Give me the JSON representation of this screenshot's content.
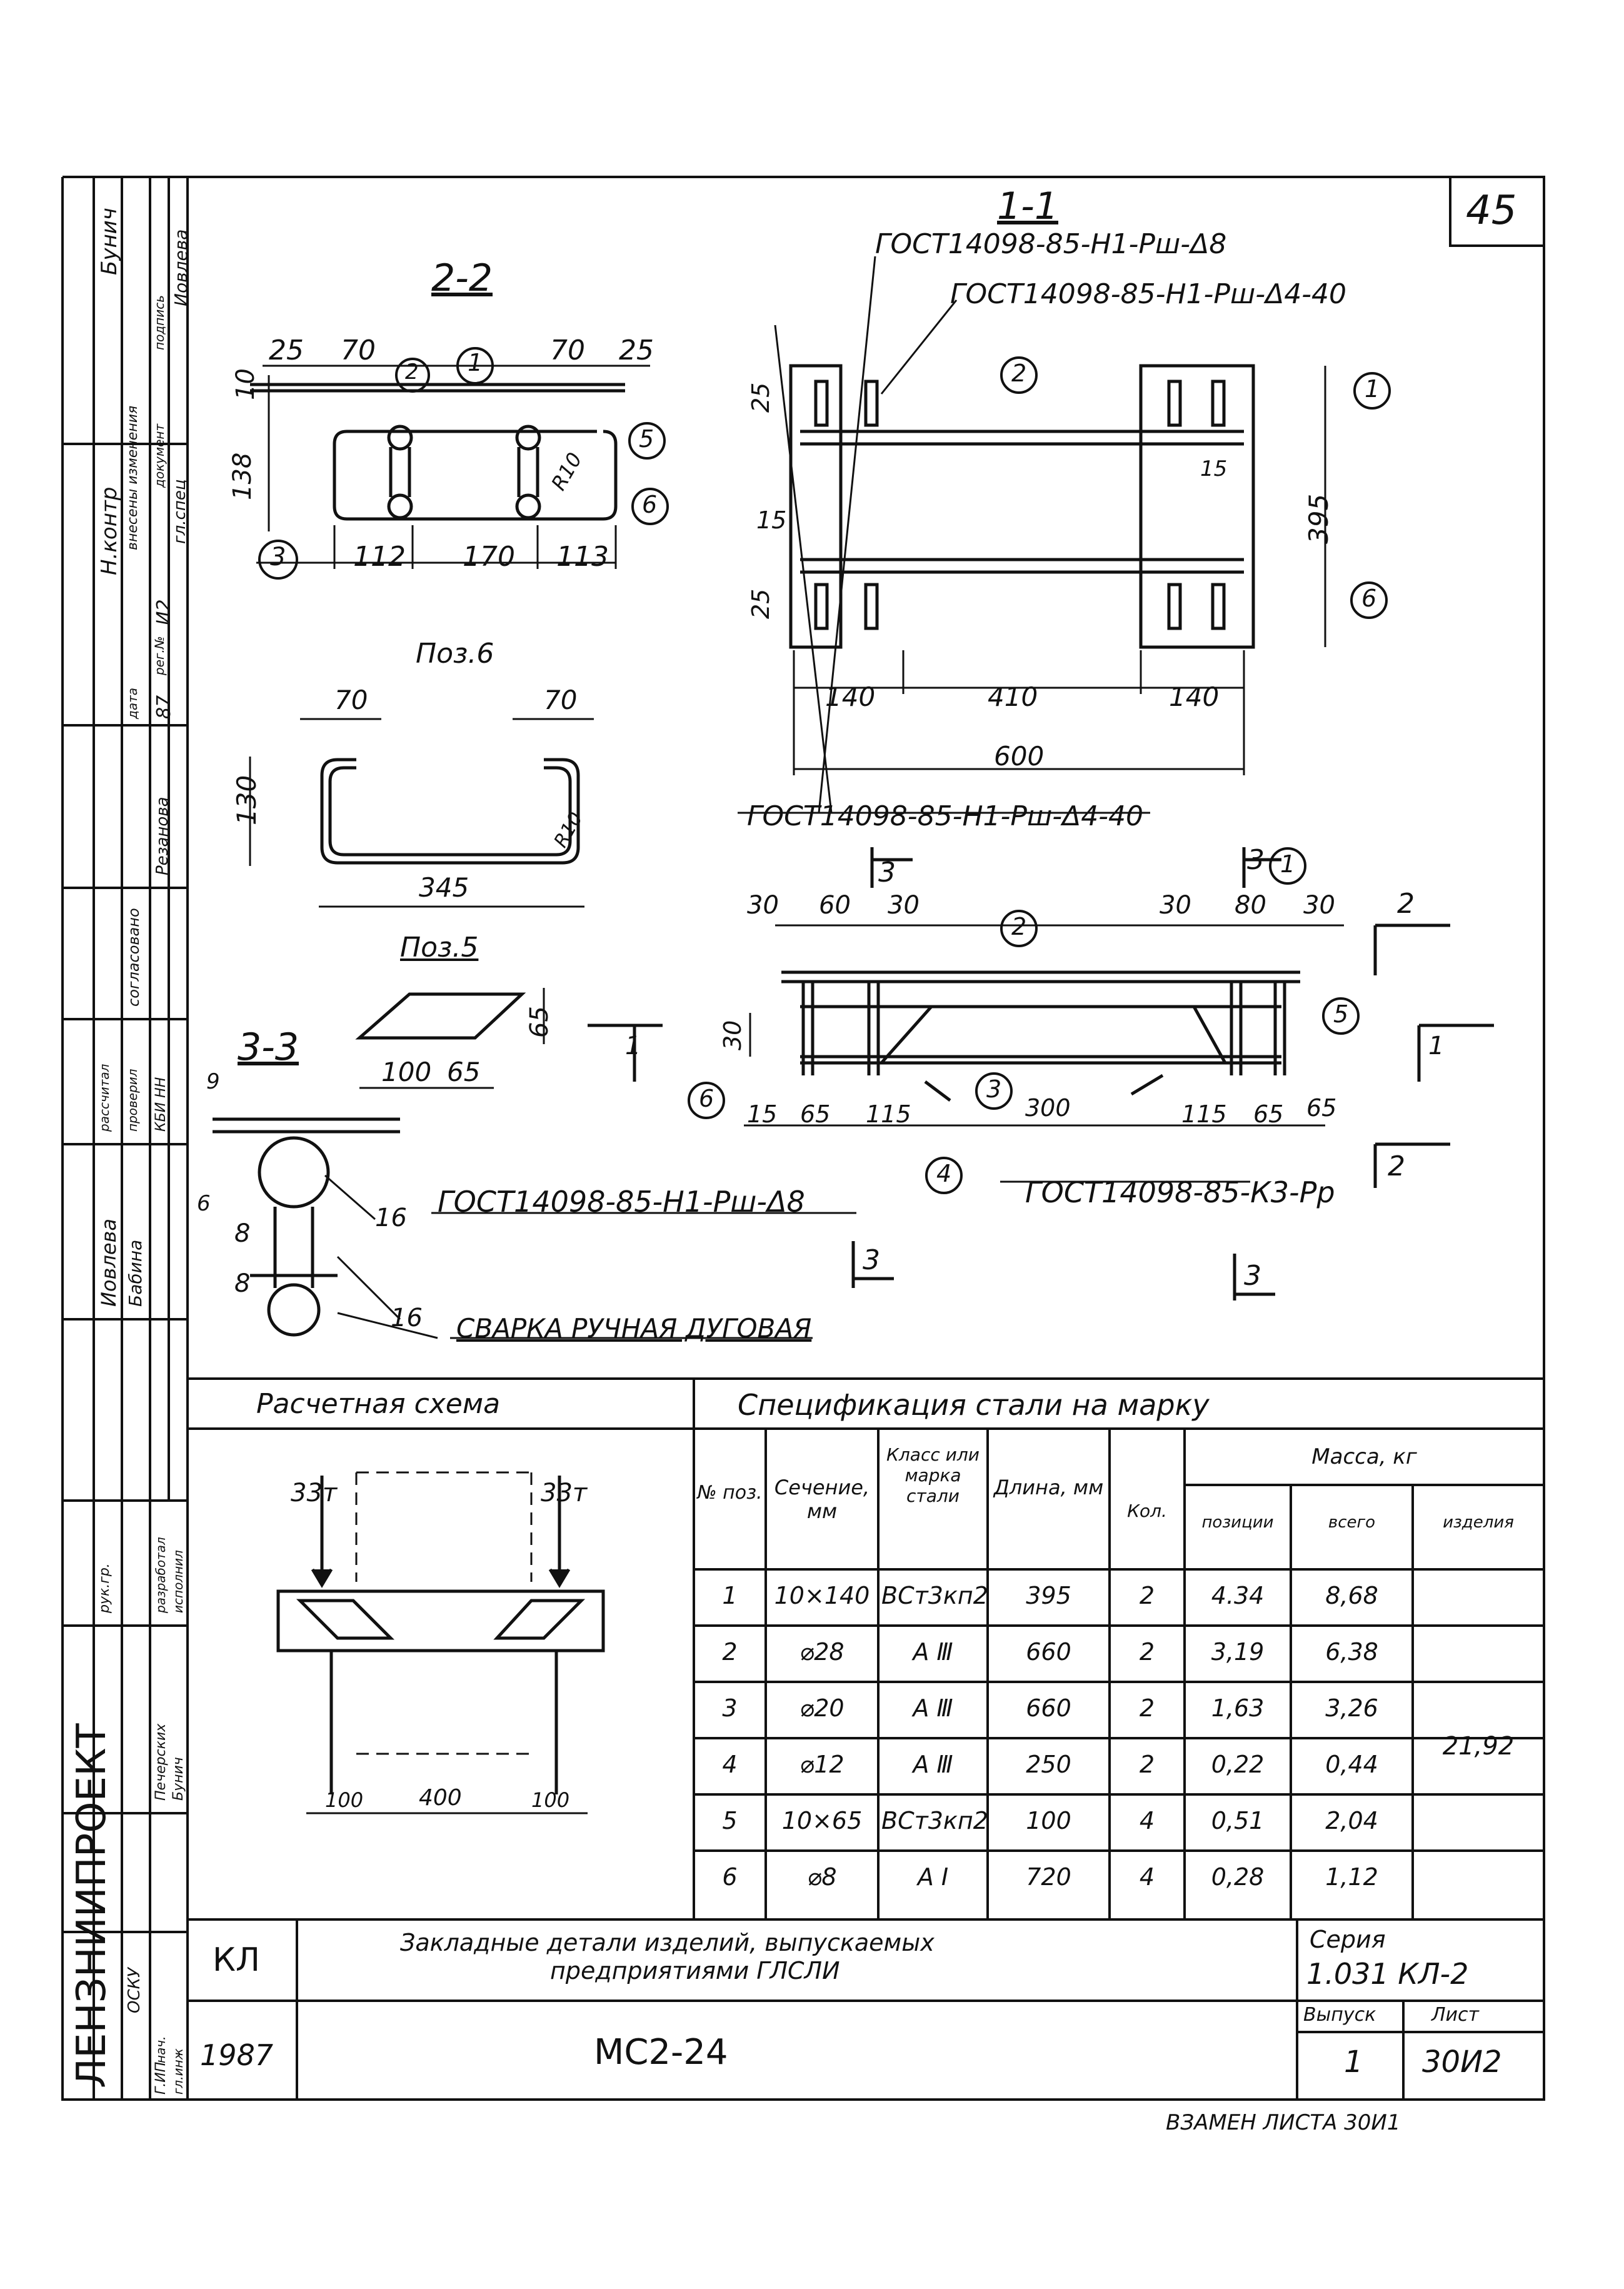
{
  "sheet": {
    "page_number": "45",
    "replaces_note": "ВЗАМЕН ЛИСТА 30И1"
  },
  "sections": {
    "s11": {
      "title": "1-1",
      "gost_top1": "ГОСТ14098-85-Н1-Рш-Δ8",
      "gost_top2": "ГОСТ14098-85-Н1-Рш-Δ4-40",
      "gost_bottom": "ГОСТ14098-85-Н1-Рш-Δ4-40",
      "dims": {
        "d25a": "25",
        "d15a": "15",
        "d15b": "15",
        "d25b": "25",
        "d395": "395",
        "d140a": "140",
        "d410": "410",
        "d140b": "140",
        "d600": "600"
      },
      "pos": {
        "p1": "1",
        "p2": "2",
        "p6": "6"
      }
    },
    "s22": {
      "title": "2-2",
      "dims": {
        "d25l": "25",
        "d70l": "70",
        "d70r": "70",
        "d25r": "25",
        "d10": "10",
        "d138": "138",
        "d112": "112",
        "d170": "170",
        "d113": "113",
        "dR10": "R10"
      },
      "pos": {
        "p1": "1",
        "p2": "2",
        "p3": "3",
        "p5": "5",
        "p6": "6"
      }
    },
    "poz6": {
      "title": "Поз.6",
      "d70a": "70",
      "d70b": "70",
      "d130": "130",
      "d345": "345",
      "dR10": "R10"
    },
    "poz5": {
      "title": "Поз.5",
      "d100": "100",
      "d65a": "65",
      "d65b": "65"
    },
    "s33": {
      "title": "3-3",
      "gost": "ГОСТ14098-85-Н1-Рш-Δ8",
      "weld": "СВАРКА РУЧНАЯ ДУГОВАЯ",
      "d16a": "16",
      "d16b": "16",
      "d8a": "8",
      "d8b": "8",
      "d6": "6",
      "d9": "9"
    },
    "facade": {
      "gost_k3": "ГОСТ14098-85-К3-Рр",
      "dims": {
        "d30a": "30",
        "d60a": "60",
        "d30b": "30",
        "d30c": "30",
        "d80": "80",
        "d30d": "30",
        "d30v": "30",
        "d15": "15",
        "d65a": "65",
        "d115a": "115",
        "d300": "300",
        "d115b": "115",
        "d65b": "65",
        "d65c": "65"
      },
      "pos": {
        "p1": "1",
        "p2": "2",
        "p3": "3",
        "p4": "4",
        "p5": "5",
        "p6": "6"
      },
      "cuts": {
        "c1l": "1",
        "c1r": "1",
        "c2a": "2",
        "c2b": "2",
        "c3a": "3",
        "c3b": "3",
        "c3c": "3"
      }
    }
  },
  "calc_scheme": {
    "title": "Расчетная схема",
    "load_left": "33т",
    "load_right": "33т",
    "d100l": "100",
    "d400": "400",
    "d100r": "100"
  },
  "spec": {
    "title": "Спецификация стали на марку",
    "headers": {
      "pos": "№ поз.",
      "section": "Сечение, мм",
      "grade": "Класс или марка стали",
      "length": "Длина, мм",
      "qty": "Кол.",
      "mass": "Масса, кг",
      "mass_pos": "позиции",
      "mass_total": "всего",
      "mass_item": "изделия"
    },
    "rows": [
      {
        "pos": "1",
        "section": "10×140",
        "grade": "ВСт3кп2",
        "length": "395",
        "qty": "2",
        "m_pos": "4.34",
        "m_total": "8,68"
      },
      {
        "pos": "2",
        "section": "⌀28",
        "grade": "A Ⅲ",
        "length": "660",
        "qty": "2",
        "m_pos": "3,19",
        "m_total": "6,38"
      },
      {
        "pos": "3",
        "section": "⌀20",
        "grade": "A Ⅲ",
        "length": "660",
        "qty": "2",
        "m_pos": "1,63",
        "m_total": "3,26"
      },
      {
        "pos": "4",
        "section": "⌀12",
        "grade": "A Ⅲ",
        "length": "250",
        "qty": "2",
        "m_pos": "0,22",
        "m_total": "0,44"
      },
      {
        "pos": "5",
        "section": "10×65",
        "grade": "ВСт3кп2",
        "length": "100",
        "qty": "4",
        "m_pos": "0,51",
        "m_total": "2,04"
      },
      {
        "pos": "6",
        "section": "⌀8",
        "grade": "A I",
        "length": "720",
        "qty": "4",
        "m_pos": "0,28",
        "m_total": "1,12"
      }
    ],
    "item_mass": "21,92"
  },
  "title_block": {
    "code": "КЛ",
    "description_line1": "Закладные детали изделий, выпускаемых",
    "description_line2": "предприятиями ГЛСЛИ",
    "series_label": "Серия",
    "series_value": "1.031 КЛ-2",
    "year": "1987",
    "mark": "МС2-24",
    "issue_label": "Выпуск",
    "issue_value": "1",
    "sheet_label": "Лист",
    "sheet_value": "30И2",
    "org": "ЛЕНЗНИИПРОЕКТ"
  },
  "side_stamp": {
    "n_kontr": "Н.контр",
    "bunich": "Бунич",
    "changes": "внесены изменения",
    "reg_no": "рег.№",
    "doc": "документ",
    "sign": "подпись",
    "date": "дата",
    "date_val": "87",
    "reg_val": "И2",
    "gl_spec": "гл.спец",
    "podlenie": "Иовлева",
    "soglasovano": "согласовано",
    "rezanova": "Резанова",
    "rasschital": "рассчитал",
    "proveril": "проверил",
    "kbi": "КБИ НН",
    "iovleva": "Иовлева",
    "babina": "Бабина",
    "rukgr": "рук.гр.",
    "razrab": "разработал",
    "ispolnil": "исполнил",
    "pecherskih": "Печерских",
    "bunich2": "Бунич",
    "gip": "Г.ИП",
    "osku": "ОСКУ",
    "nach": "нач.",
    "gl_in": "гл.инж"
  }
}
